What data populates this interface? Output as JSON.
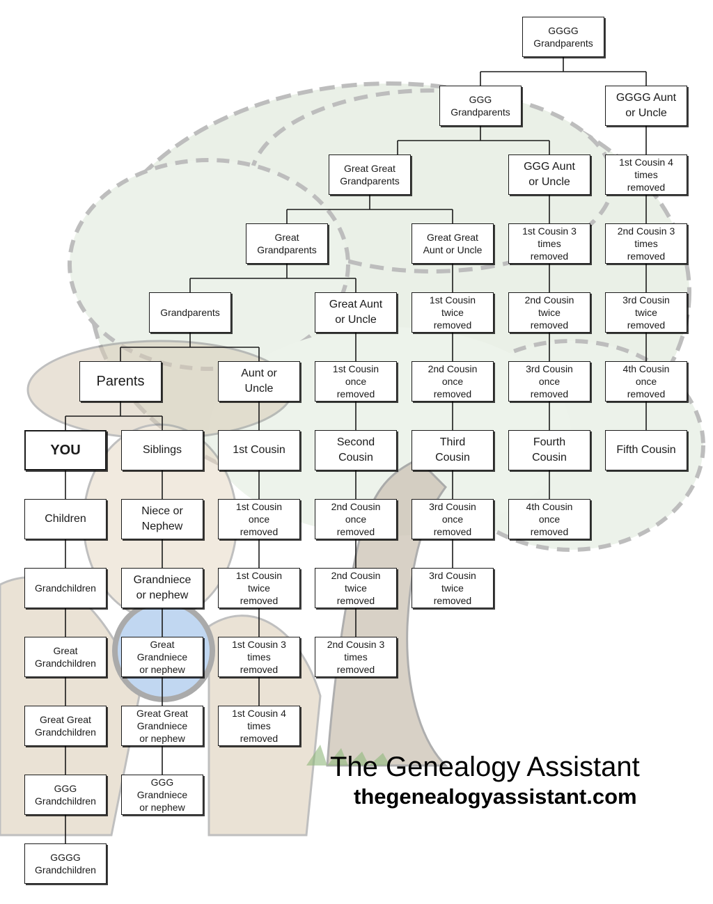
{
  "nodes": {
    "gggg_grandparents": "GGGG\nGrandparents",
    "ggg_grandparents": "GGG\nGrandparents",
    "gggg_aunt_uncle": "GGGG Aunt\nor Uncle",
    "great_great_grandparents": "Great Great\nGrandparents",
    "ggg_aunt_uncle": "GGG Aunt\nor Uncle",
    "first_cousin_4x_top": "1st Cousin 4\ntimes\nremoved",
    "great_grandparents": "Great\nGrandparents",
    "gg_aunt_uncle": "Great Great\nAunt or Uncle",
    "first_cousin_3x_top": "1st Cousin 3\ntimes\nremoved",
    "second_cousin_3x_top": "2nd Cousin 3\ntimes\nremoved",
    "grandparents": "Grandparents",
    "great_aunt_uncle": "Great Aunt\nor Uncle",
    "first_cousin_twice_top": "1st Cousin\ntwice\nremoved",
    "second_cousin_twice_top": "2nd Cousin\ntwice\nremoved",
    "third_cousin_twice_top": "3rd Cousin\ntwice\nremoved",
    "parents": "Parents",
    "aunt_uncle": "Aunt or\nUncle",
    "first_cousin_once_top": "1st Cousin\nonce\nremoved",
    "second_cousin_once_top": "2nd Cousin\nonce\nremoved",
    "third_cousin_once_top": "3rd Cousin\nonce\nremoved",
    "fourth_cousin_once_top": "4th Cousin\nonce\nremoved",
    "you": "YOU",
    "siblings": "Siblings",
    "first_cousin": "1st Cousin",
    "second_cousin": "Second\nCousin",
    "third_cousin": "Third\nCousin",
    "fourth_cousin": "Fourth\nCousin",
    "fifth_cousin": "Fifth Cousin",
    "children": "Children",
    "niece_nephew": "Niece or\nNephew",
    "first_cousin_once_bottom": "1st Cousin\nonce\nremoved",
    "second_cousin_once_bottom": "2nd Cousin\nonce\nremoved",
    "third_cousin_once_bottom": "3rd Cousin\nonce\nremoved",
    "fourth_cousin_once_bottom": "4th Cousin\nonce\nremoved",
    "grandchildren": "Grandchildren",
    "grandniece_nephew": "Grandniece\nor nephew",
    "first_cousin_twice_bottom": "1st Cousin\ntwice\nremoved",
    "second_cousin_twice_bottom": "2nd Cousin\ntwice\nremoved",
    "third_cousin_twice_bottom": "3rd Cousin\ntwice\nremoved",
    "great_grandchildren": "Great\nGrandchildren",
    "great_grandniece_nephew": "Great\nGrandniece\nor nephew",
    "first_cousin_3x_bottom": "1st Cousin 3\ntimes\nremoved",
    "second_cousin_3x_bottom": "2nd Cousin 3\ntimes\nremoved",
    "gg_grandchildren": "Great Great\nGrandchildren",
    "gg_grandniece_nephew": "Great Great\nGrandniece\nor nephew",
    "first_cousin_4x_bottom": "1st Cousin 4\ntimes\nremoved",
    "ggg_grandchildren": "GGG\nGrandchildren",
    "ggg_grandniece_nephew": "GGG\nGrandniece\nor nephew",
    "gggg_grandchildren": "GGGG\nGrandchildren"
  },
  "branding": {
    "title": "The Genealogy Assistant",
    "url": "thegenealogyassistant.com"
  },
  "colors": {
    "line": "#1a1a1a",
    "foliage": "#dfe9dc",
    "foliage_outline": "#9a9a9a",
    "trunk": "#c9bfb0"
  }
}
